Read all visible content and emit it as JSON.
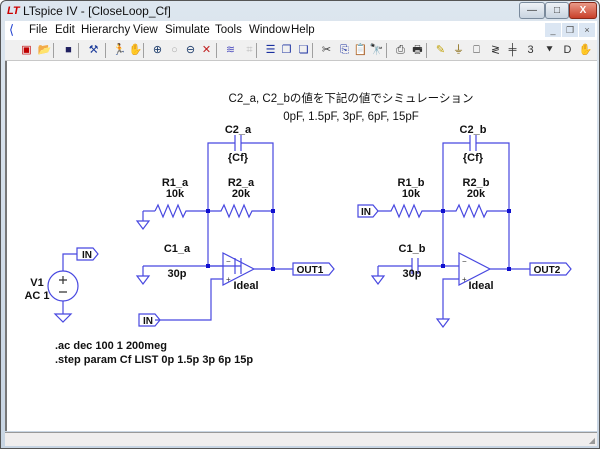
{
  "window": {
    "title": "LTspice IV - [CloseLoop_Cf]",
    "logo": "LT",
    "controls": {
      "minimize": "—",
      "maximize": "□",
      "close": "X"
    }
  },
  "menubar": {
    "items": [
      {
        "label": "File",
        "icon": "ltspice-menu-icon"
      },
      {
        "label": "Edit"
      },
      {
        "label": "Hierarchy"
      },
      {
        "label": "View"
      },
      {
        "label": "Simulate"
      },
      {
        "label": "Tools"
      },
      {
        "label": "Window"
      },
      {
        "label": "Help"
      }
    ],
    "mdi_controls": {
      "minimize": "_",
      "restore": "❐",
      "close": "×"
    }
  },
  "toolbar": {
    "items": [
      {
        "name": "new-schematic-icon",
        "glyph": "▣",
        "color": "#c00000"
      },
      {
        "name": "open-folder-icon",
        "glyph": "📂",
        "color": "#b08a00"
      },
      {
        "name": "save-icon",
        "glyph": "■",
        "color": "#202060"
      },
      {
        "name": "control-panel-icon",
        "glyph": "⚒",
        "color": "#1a3a9a"
      },
      {
        "name": "run-icon",
        "glyph": "🏃",
        "color": "#222"
      },
      {
        "name": "halt-icon",
        "glyph": "✋",
        "color": "#bbb"
      },
      {
        "name": "zoom-in-icon",
        "glyph": "⊕",
        "color": "#1a3a6a"
      },
      {
        "name": "pan-icon",
        "glyph": "○",
        "color": "#aaa"
      },
      {
        "name": "zoom-out-icon",
        "glyph": "⊖",
        "color": "#1a3a6a"
      },
      {
        "name": "zoom-fit-icon",
        "glyph": "✕",
        "color": "#c02020"
      },
      {
        "name": "autorange-icon",
        "glyph": "≋",
        "color": "#5050c0"
      },
      {
        "name": "delete-trace-icon",
        "glyph": "⌗",
        "color": "#bbb"
      },
      {
        "name": "tile-horizontal-icon",
        "glyph": "☰",
        "color": "#1a30a0"
      },
      {
        "name": "cascade-icon",
        "glyph": "❐",
        "color": "#1a30a0"
      },
      {
        "name": "tile-vertical-icon",
        "glyph": "❏",
        "color": "#1a30a0"
      },
      {
        "name": "cut-icon",
        "glyph": "✂",
        "color": "#333"
      },
      {
        "name": "copy-icon",
        "glyph": "⎘",
        "color": "#1a30a0"
      },
      {
        "name": "paste-icon",
        "glyph": "📋",
        "color": "#888"
      },
      {
        "name": "find-icon",
        "glyph": "🔭",
        "color": "#222"
      },
      {
        "name": "print-setup-icon",
        "glyph": "⎙",
        "color": "#333"
      },
      {
        "name": "print-icon",
        "glyph": "🖶",
        "color": "#333"
      },
      {
        "name": "wire-icon",
        "glyph": "✎",
        "color": "#c0a000"
      },
      {
        "name": "ground-icon",
        "glyph": "⏚",
        "color": "#806000"
      },
      {
        "name": "label-net-icon",
        "glyph": "⎕",
        "color": "#333"
      },
      {
        "name": "resistor-icon",
        "glyph": "≷",
        "color": "#333"
      },
      {
        "name": "capacitor-icon",
        "glyph": "╪",
        "color": "#333"
      },
      {
        "name": "inductor-icon",
        "glyph": "3",
        "color": "#333"
      },
      {
        "name": "diode-icon",
        "glyph": "⯆",
        "color": "#333"
      },
      {
        "name": "component-icon",
        "glyph": "D",
        "color": "#333"
      },
      {
        "name": "move-hand-icon",
        "glyph": "✋",
        "color": "#333"
      }
    ]
  },
  "schematic": {
    "wire_color": "#4040e0",
    "note_line1": "C2_a, C2_bの値を下記の値でシミュレーション",
    "note_line2": "0pF, 1.5pF, 3pF, 6pF, 15pF",
    "directive1": ".ac dec 100 1 200meg",
    "directive2": ".step param Cf LIST 0p 1.5p 3p 6p 15p",
    "source": {
      "name": "V1",
      "value": "AC 1",
      "net_label": "IN"
    },
    "circuit_a": {
      "c2_name": "C2_a",
      "c2_value": "{Cf}",
      "r1_name": "R1_a",
      "r1_value": "10k",
      "r2_name": "R2_a",
      "r2_value": "20k",
      "c1_name": "C1_a",
      "c1_value": "30p",
      "opamp_name": "Ideal",
      "in_label": "IN",
      "out_label": "OUT1"
    },
    "circuit_b": {
      "c2_name": "C2_b",
      "c2_value": "{Cf}",
      "r1_name": "R1_b",
      "r1_value": "10k",
      "r2_name": "R2_b",
      "r2_value": "20k",
      "c1_name": "C1_b",
      "c1_value": "30p",
      "opamp_name": "Ideal",
      "in_label": "IN",
      "out_label": "OUT2"
    }
  }
}
